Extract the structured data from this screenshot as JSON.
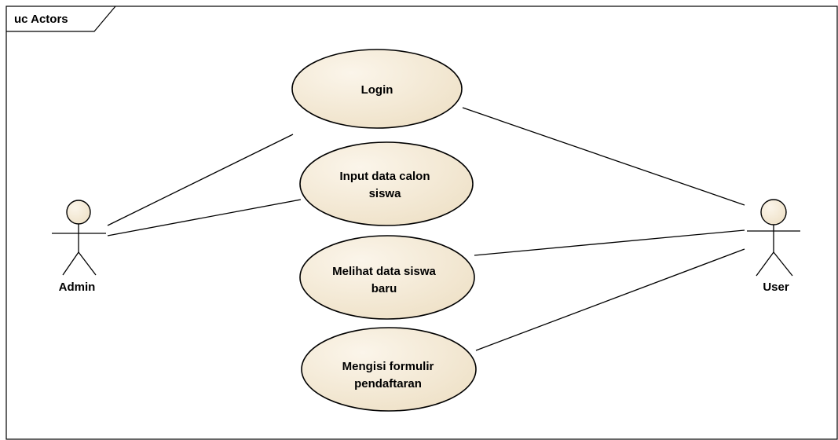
{
  "frame": {
    "label": "uc Actors"
  },
  "colors": {
    "usecase_fill": "#f3e7d2",
    "usecase_fill_light": "#fbf5ea",
    "line": "#000000"
  },
  "actors": [
    {
      "id": "admin",
      "name": "Admin"
    },
    {
      "id": "user",
      "name": "User"
    }
  ],
  "usecases": [
    {
      "id": "login",
      "lines": [
        "Login"
      ]
    },
    {
      "id": "input-data-calon-siswa",
      "lines": [
        "Input data calon",
        "siswa"
      ]
    },
    {
      "id": "melihat-data-siswa-baru",
      "lines": [
        "Melihat data siswa",
        "baru"
      ]
    },
    {
      "id": "mengisi-formulir-pendaftaran",
      "lines": [
        "Mengisi formulir",
        "pendaftaran"
      ]
    }
  ],
  "associations": [
    {
      "from": "admin",
      "to": "login"
    },
    {
      "from": "admin",
      "to": "input-data-calon-siswa"
    },
    {
      "from": "user",
      "to": "login"
    },
    {
      "from": "user",
      "to": "melihat-data-siswa-baru"
    },
    {
      "from": "user",
      "to": "mengisi-formulir-pendaftaran"
    }
  ]
}
